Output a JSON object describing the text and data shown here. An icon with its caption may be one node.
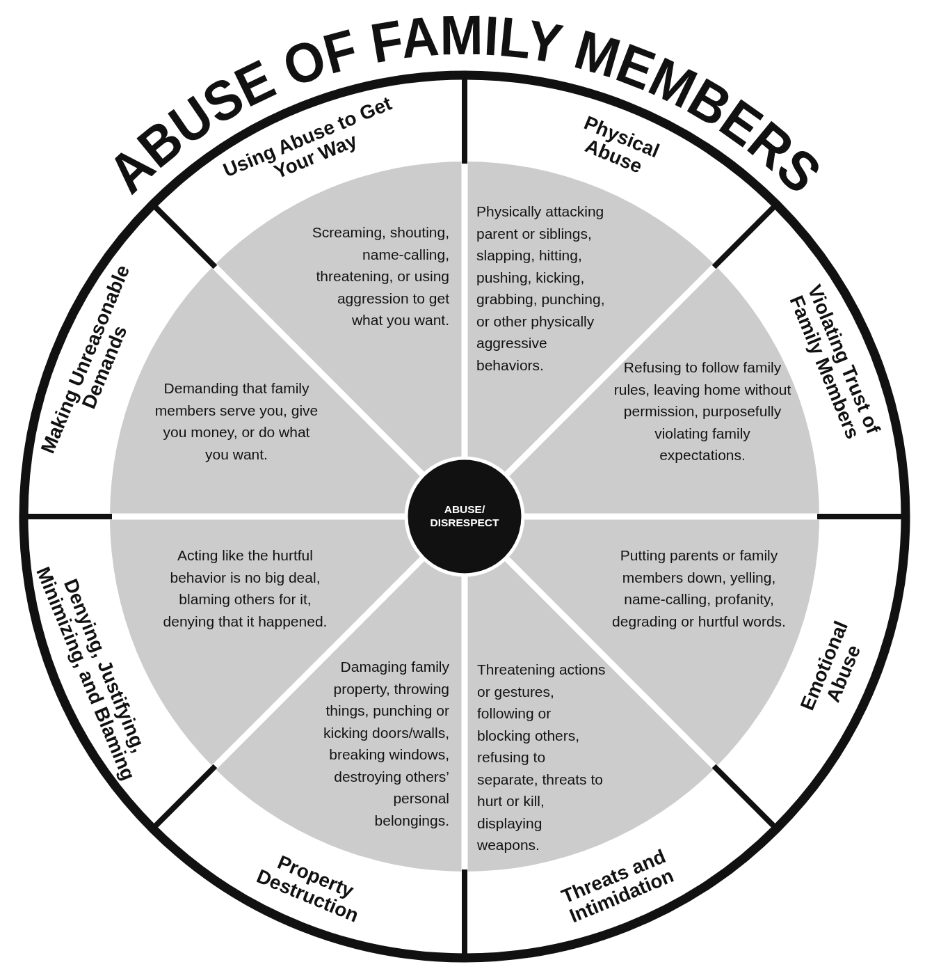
{
  "diagram": {
    "title": "ABUSE OF FAMILY MEMBERS",
    "nodes": [
      {
        "text": [
          "ABUSE/ DISRESPECT"
        ]
      },
      {
        "text": [
          "Using Abuse to Get Your Way"
        ]
      },
      {
        "text": [
          "Physical Abuse"
        ]
      },
      {
        "text": [
          "Violating Trust of Family Members"
        ]
      },
      {
        "text": [
          "Emotional Abuse"
        ]
      },
      {
        "text": [
          "Threats and Intimidation"
        ]
      },
      {
        "text": [
          "Property Destruction"
        ]
      },
      {
        "text": [
          "Denying, Justifying, Minimizing, and Blaming"
        ]
      },
      {
        "text": [
          "Making Unreasonable Demands"
        ]
      },
      {
        "text": [
          "Screaming, shouting, name-calling, threatening, or using aggression to get what you want."
        ]
      },
      {
        "text": [
          "Physically attacking parent or siblings, slapping, hitting, pushing, kicking, grabbing, punching, or other physically aggressive behaviors."
        ]
      },
      {
        "text": [
          "Refusing to follow family rules, leaving home without permission, purposefully violating family expectations."
        ]
      },
      {
        "text": [
          "Putting parents or family members down, yelling, name-calling, profanity, degrading or hurtful words."
        ]
      },
      {
        "text": [
          "Threatening actions or gestures, following or blocking others, refusing to separate, threats to hurt or kill, displaying weapons."
        ]
      },
      {
        "text": [
          "Damaging family property, throwing things, punching or kicking doors/walls, breaking windows, destroying others’ personal belongings."
        ]
      },
      {
        "text": [
          "Acting like the hurtful behavior is no big deal, blaming others for it, denying that it happened."
        ]
      },
      {
        "text": [
          "Demanding that family members serve you, give you money, or do what you want."
        ]
      }
    ]
  }
}
